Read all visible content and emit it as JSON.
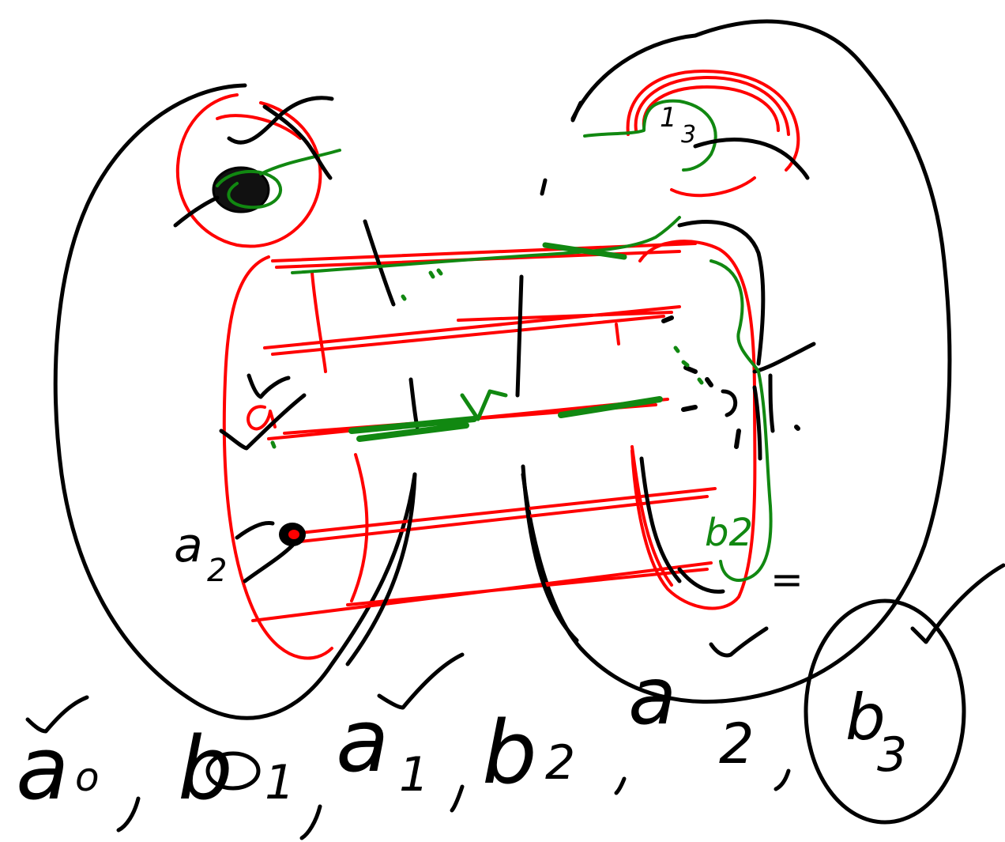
{
  "colors": {
    "background": "#ffffff",
    "black_ink": "#000000",
    "red_ink": "#ff0000",
    "green_ink": "#118811"
  },
  "labels": {
    "left_a2": "a",
    "left_a2_sub": "2",
    "right_b2": "b2",
    "right_b3": "b",
    "right_b3_sub": "3",
    "right_top_13": "1",
    "right_top_3": "3",
    "eq_sign": "="
  },
  "sequence": {
    "a0": "a",
    "a0_sub": "o",
    "b1": "b",
    "b1_sub": "1",
    "a1": "a",
    "a1_sub": "1",
    "b2": "b",
    "b2_sub": "2",
    "a2": "a",
    "a2_sub": "2",
    "b3": "b",
    "b3_sub": "3"
  }
}
